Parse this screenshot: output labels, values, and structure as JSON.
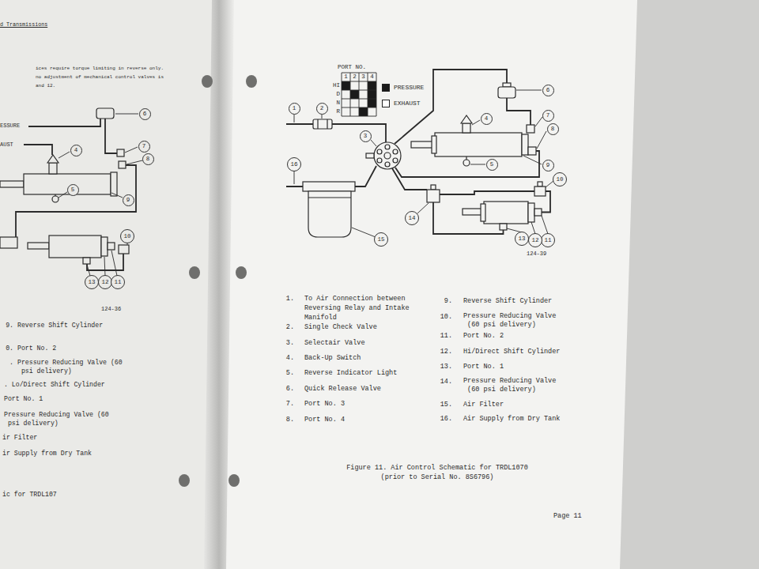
{
  "diagram": {
    "caption": "Figure 11. Air Control Schematic for TRDL1070 (prior to Serial No. 8S6796)",
    "labels": [
      "d Transmissions",
      "ices require torque limiting in reverse only.",
      "no adjustment of mechanical control valves is",
      "and 12.",
      "ESSURE",
      "AUST",
      "6",
      "4",
      "7",
      "8",
      "5",
      "9",
      "10",
      "13",
      "12",
      "11",
      "124-36",
      "9.",
      "Reverse Shift Cylinder",
      "0.",
      "Port No. 2",
      ".",
      "Pressure Reducing Valve (60 psi delivery)",
      ". Lo/Direct Shift Cylinder",
      "Port No. 1",
      "Pressure Reducing Valve (60 psi delivery)",
      "ir Filter",
      "ir Supply from Dry Tank",
      "ic for TRDL107",
      "PORT NO.",
      "1",
      "2",
      "3",
      "4",
      "HI",
      "D",
      "N",
      "R",
      "1",
      "2",
      "3",
      "4",
      "5",
      "6",
      "7",
      "8",
      "9",
      "10",
      "11",
      "12",
      "13",
      "14",
      "15",
      "16",
      "124-39",
      "1.",
      "To Air Connection between Reversing Relay and Intake Manifold",
      "2.",
      "Single Check Valve",
      "3.",
      "Selectair Valve",
      "4.",
      "Back-Up Switch",
      "5.",
      "Reverse Indicator Light",
      "6.",
      "Quick Release Valve",
      "7.",
      "Port No. 3",
      "8.",
      "Port No. 4",
      "9.",
      "Reverse Shift Cylinder",
      "10.",
      "Pressure Reducing Valve (60 psi delivery)",
      "11.",
      "Port No. 2",
      "12.",
      "Hi/Direct Shift Cylinder",
      "13.",
      "Port No. 1",
      "14.",
      "Pressure Reducing Valve (60 psi delivery)",
      "15.",
      "Air Filter",
      "16.",
      "Air Supply from Dry Tank",
      "Page 11"
    ],
    "legend": [
      {
        "text": "PRESSURE",
        "color": "#1a1a1a"
      },
      {
        "text": "EXHAUST",
        "color": "#ffffff"
      }
    ]
  }
}
